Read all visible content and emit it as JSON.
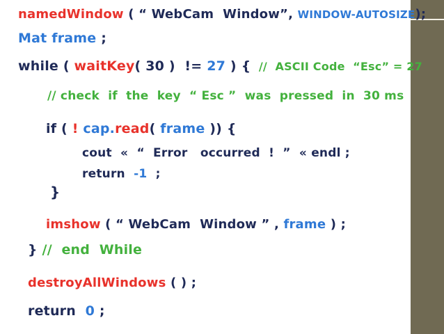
{
  "colors": {
    "keyword": "#1f2a57",
    "function": "#e8322b",
    "variable": "#2f79d6",
    "comment": "#43b13d",
    "sidebar": "#706a53"
  },
  "code": {
    "l1": {
      "fn": "namedWindow",
      "open": " ( “ WebCam  Window”, ",
      "const": "WINDOW-AUTOSIZE",
      "close": ");"
    },
    "l2": {
      "type": "Mat",
      "var": " frame",
      "end": " ;"
    },
    "l3": {
      "kw": "while",
      "p1": " ( ",
      "fn": "waitKey",
      "args": "( 30 )  != ",
      "num": "27",
      "p2": " ) {",
      "comment": "  //  ASCII Code  “Esc” = 27"
    },
    "l4": {
      "comment": "// check  if  the  key  “ Esc ”  was  pressed  in  30 ms"
    },
    "l5": {
      "kw": "if ( ",
      "bang": "!",
      "obj": " cap.",
      "fn": "read",
      "p1": "( ",
      "arg": "frame",
      "p2": " )) {"
    },
    "l6": {
      "text": "cout  «  “  Error   occurred  !  ”  « endl ;"
    },
    "l7": {
      "kw": "return",
      "num": "  -1",
      "end": "  ;"
    },
    "l8": {
      "brace": "}"
    },
    "l9": {
      "fn": "imshow",
      "open": " ( “ WebCam  Window ” , ",
      "arg": "frame",
      "close": " ) ;"
    },
    "l10": {
      "brace": "}",
      "comment": " //  end  While"
    },
    "l11": {
      "fn": "destroyAllWindows",
      "end": " ( ) ;"
    },
    "l12": {
      "kw": "return",
      "num": "  0",
      "end": " ;"
    }
  }
}
